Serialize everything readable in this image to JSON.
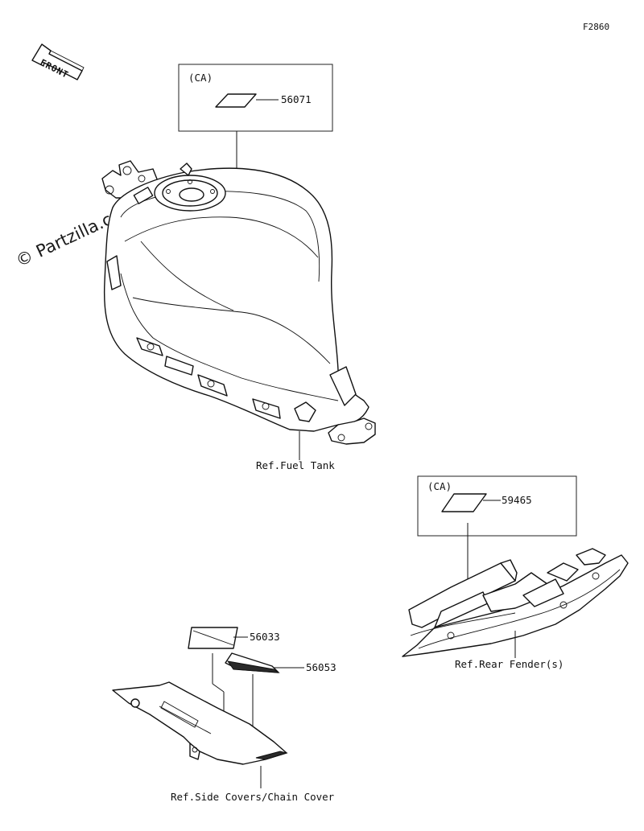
{
  "figure_code": "F2860",
  "front_arrow": "FRONT",
  "watermark": "© Partzilla.com",
  "callouts": {
    "fuel_tank_box_note": "(CA)",
    "part_56071": "56071",
    "ref_fuel_tank": "Ref.Fuel Tank",
    "rear_fender_box_note": "(CA)",
    "part_59465": "59465",
    "ref_rear_fender": "Ref.Rear Fender(s)",
    "part_56033": "56033",
    "part_56053": "56053",
    "ref_side_covers": "Ref.Side Covers/Chain Cover"
  },
  "icons": [
    "front-arrow-icon"
  ]
}
